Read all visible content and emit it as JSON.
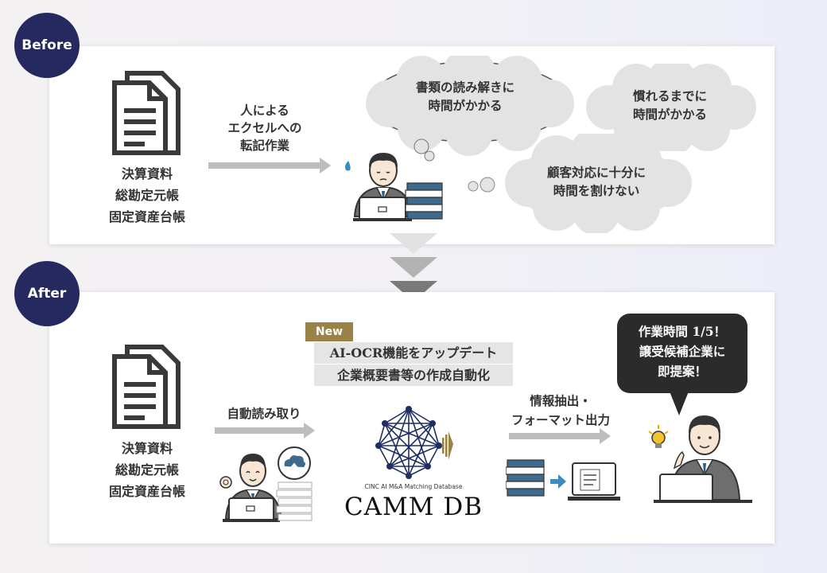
{
  "before": {
    "badge": "Before",
    "documents": [
      "決算資料",
      "総勘定元帳",
      "固定資産台帳"
    ],
    "process_lines": [
      "人による",
      "エクセルへの",
      "転記作業"
    ],
    "clouds": [
      {
        "lines": [
          "書類の読み解きに",
          "時間がかかる"
        ]
      },
      {
        "lines": [
          "慣れるまでに",
          "時間がかかる"
        ]
      },
      {
        "lines": [
          "顧客対応に十分に",
          "時間を割けない"
        ]
      }
    ]
  },
  "after": {
    "badge": "After",
    "documents": [
      "決算資料",
      "総勘定元帳",
      "固定資産台帳"
    ],
    "step1_label": "自動読み取り",
    "new_tag": "New",
    "feature_lines": [
      "AI-OCR機能をアップデート",
      "企業概要書等の作成自動化"
    ],
    "logo_caption": "CINC AI M&A Matching Database",
    "logo_name": "CAMM DB",
    "step2_lines": [
      "情報抽出・",
      "フォーマット出力"
    ],
    "bubble_lines": [
      "作業時間 1/5！",
      "譲受候補企業に",
      "即提案！"
    ]
  },
  "colors": {
    "badge": "#25295f",
    "new_tag": "#9a8146",
    "bubble": "#2b2b2b",
    "arrow": "#bdbdbd",
    "books_blue": "#3d6b8f"
  }
}
